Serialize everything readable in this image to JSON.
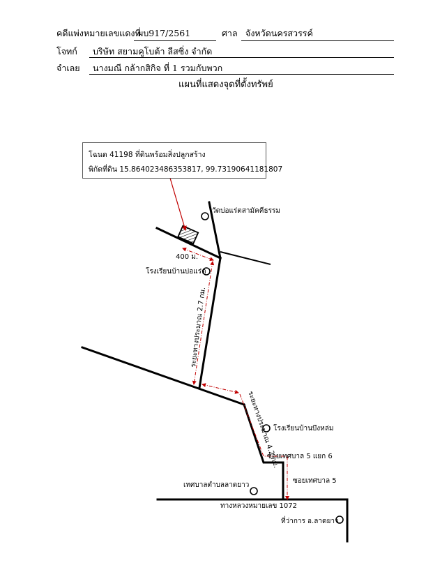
{
  "header": {
    "case_label": "คดีแพ่งหมายเลขแดงที่",
    "case_number": "ผบ917/2561",
    "court_label": "ศาล",
    "court_name": "จังหวัดนครสวรรค์",
    "plaintiff_label": "โจทก์",
    "plaintiff_name": "บริษัท สยามคูโบต้า ลีสซิ่ง จำกัด",
    "defendant_label": "จำเลย",
    "defendant_name": "นางมณี กล้ากสิกิจ ที่ 1 รวมกับพวก"
  },
  "title": "แผนที่แสดงจุดที่ตั้งทรัพย์",
  "callout": {
    "line1": "โฉนด 41198 ที่ดินพร้อมสิ่งปลูกสร้าง",
    "line2": "พิกัดที่ดิน 15.864023486353817, 99.73190641181807"
  },
  "map_labels": {
    "temple": "วัดบ่อแร่ตสามัคคีธรรม",
    "distance_400": "400 ม.",
    "school_borae": "โรงเรียนบ้านบ่อแร่ต",
    "distance_27": "ระยะทางประมาณ 2.7 กม.",
    "distance_42": "ระยะทางประมาณ 4.2 กม.",
    "school_bueng": "โรงเรียนบ้านบึงหล่ม",
    "soi_5_6": "ซอยเทศบาล 5 แยก 6",
    "soi_5": "ซอยเทศบาล 5",
    "municipality": "เทศบาลตำบลลาดยาว",
    "highway": "ทางหลวงหมายเลข 1072",
    "district_office": "ที่ว่าการ อ.ลาดยาว"
  },
  "colors": {
    "road": "#000000",
    "route": "#c00000",
    "pointer": "#c00000"
  }
}
